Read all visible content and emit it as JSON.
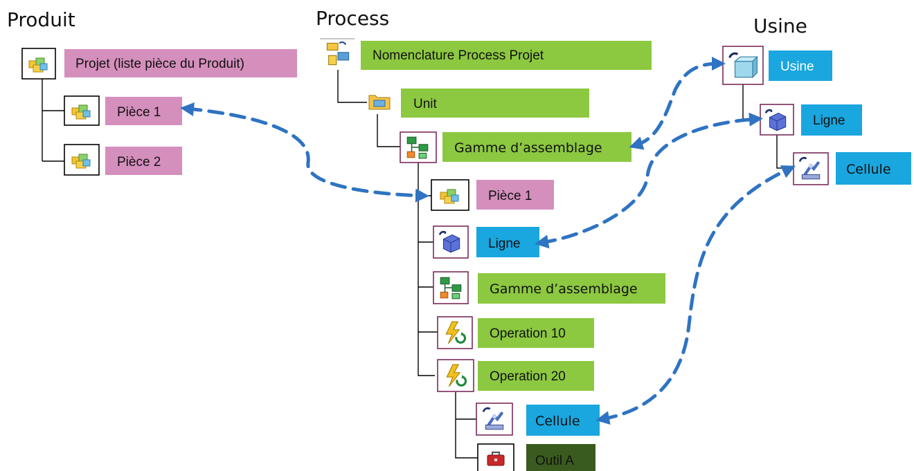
{
  "headings": {
    "produit": "Produit",
    "process": "Process",
    "usine": "Usine"
  },
  "produit": {
    "projet": "Projet (liste pièce du Produit)",
    "piece1": "Pièce 1",
    "piece2": "Pièce 2"
  },
  "process": {
    "nomenclature": "Nomenclature Process Projet",
    "unit": "Unit",
    "gamme1": "Gamme d’assemblage",
    "piece1": "Pièce 1",
    "ligne": "Ligne",
    "gamme2": "Gamme d’assemblage",
    "op10": "Operation 10",
    "op20": "Operation 20",
    "cellule": "Cellule",
    "outil": "Outil A"
  },
  "usine": {
    "usine": "Usine",
    "ligne": "Ligne",
    "cellule": "Cellule"
  },
  "colors": {
    "pink": "#d58fbd",
    "green": "#8cc840",
    "blue": "#1aa6de",
    "darkgreen": "#3a5b1f",
    "arrow": "#2f73c2"
  },
  "icons": {
    "product": "cube-stack-icon",
    "process_root": "process-tree-icon",
    "folder": "folder-icon",
    "gamme": "assembly-sequence-icon",
    "resource": "resource-cube-icon",
    "operation": "operation-lightning-icon",
    "cell": "cell-robot-icon",
    "plant": "plant-icon",
    "tool": "toolbox-icon"
  }
}
